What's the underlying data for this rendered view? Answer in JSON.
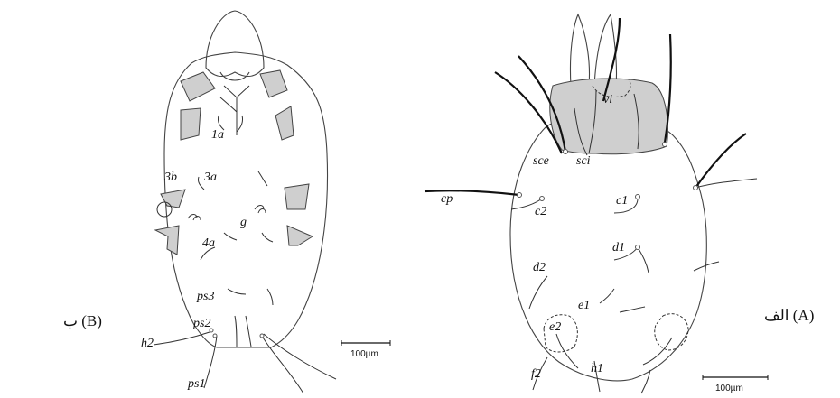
{
  "captions": {
    "left": "ب (B)",
    "right": "الف (A)"
  },
  "figure_b": {
    "labels": {
      "1a": "1a",
      "3b": "3b",
      "3a": "3a",
      "g": "g",
      "4a": "4a",
      "ps3": "ps3",
      "ps2": "ps2",
      "h2": "h2",
      "ps1": "ps1"
    },
    "scale_label": "100µm"
  },
  "figure_a": {
    "labels": {
      "vi": "vi",
      "sce": "sce",
      "sci": "sci",
      "cp": "cp",
      "c2": "c2",
      "c1": "c1",
      "d1": "d1",
      "d2": "d2",
      "e1": "e1",
      "e2": "e2",
      "h1": "h1",
      "f2": "f2"
    },
    "scale_label": "100µm"
  }
}
